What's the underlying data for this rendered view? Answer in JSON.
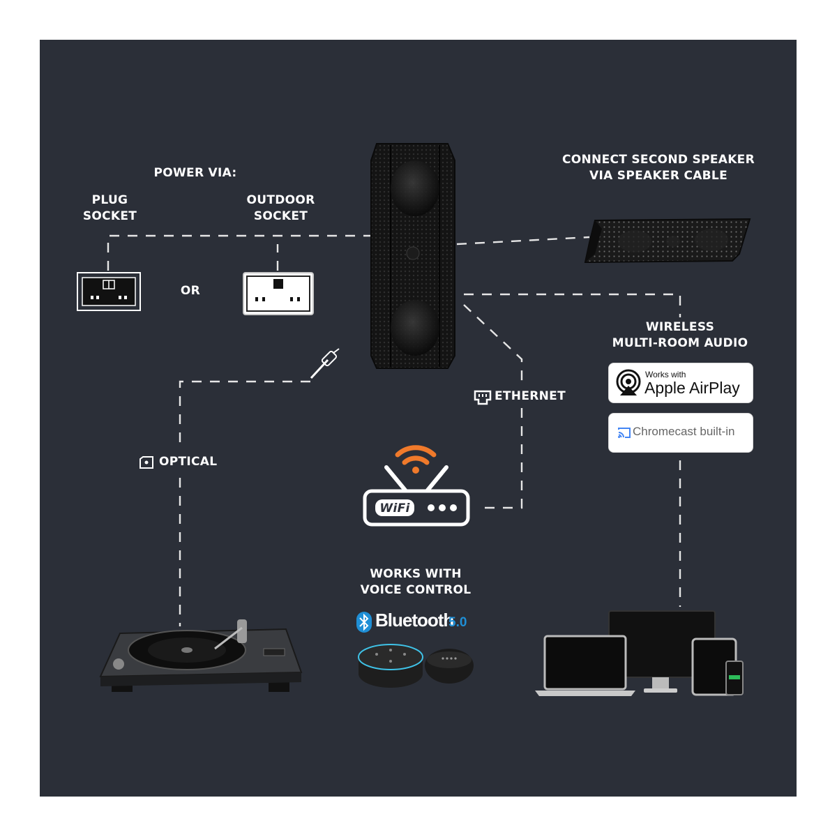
{
  "power": {
    "heading": "POWER VIA:",
    "plug_line1": "PLUG",
    "plug_line2": "SOCKET",
    "outdoor_line1": "OUTDOOR",
    "outdoor_line2": "SOCKET",
    "or": "OR"
  },
  "second_speaker": {
    "line1": "CONNECT SECOND SPEAKER",
    "line2": "VIA SPEAKER CABLE"
  },
  "wireless": {
    "line1": "WIRELESS",
    "line2": "MULTI-ROOM AUDIO"
  },
  "airplay": {
    "small": "Works with",
    "big": "Apple AirPlay"
  },
  "chromecast": {
    "label": "Chromecast built-in"
  },
  "ethernet": {
    "label": "ETHERNET"
  },
  "optical": {
    "label": "OPTICAL"
  },
  "router": {
    "wifi_text": "WiFi"
  },
  "voice": {
    "line1": "WORKS WITH",
    "line2": "VOICE CONTROL",
    "bt_word": "Bluetooth",
    "bt_version": "5.0"
  },
  "colors": {
    "background": "#2b2f38",
    "wifi_signal": "#f07a2b",
    "bluetooth_blue": "#1f8fd6",
    "echo_ring": "#3fc3e8"
  },
  "icons": [
    "plug-socket-icon",
    "outdoor-socket-icon",
    "speaker-icon",
    "soundbar-icon",
    "router-icon",
    "wifi-signal-icon",
    "ethernet-icon",
    "optical-icon",
    "optical-cable-icon",
    "bluetooth-icon",
    "airplay-icon",
    "chromecast-icon",
    "turntable-icon",
    "smart-speaker-icon",
    "laptop-icon",
    "monitor-icon",
    "tablet-icon",
    "phone-icon"
  ]
}
